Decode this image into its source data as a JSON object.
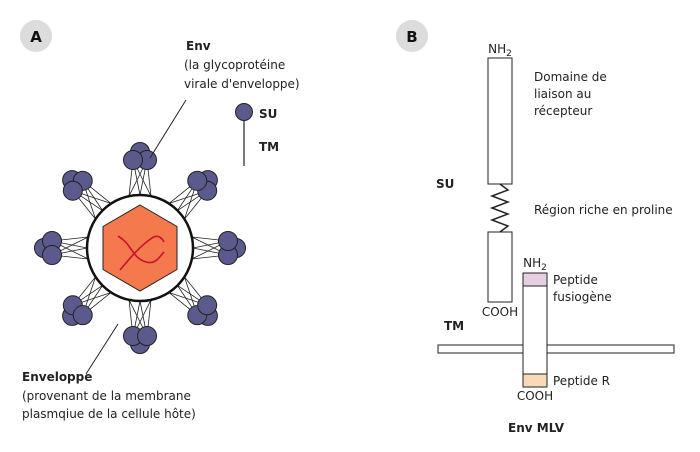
{
  "panel_a": {
    "letter": "A",
    "env_title": "Env",
    "env_desc_line1": "(la glycoprotéine",
    "env_desc_line2": "virale d'enveloppe)",
    "su_label": "SU",
    "tm_label": "TM",
    "envelope_title": "Enveloppe",
    "envelope_desc_line1": "(provenant de la membrane",
    "envelope_desc_line2": "plasmqiue de la cellule hôte)"
  },
  "panel_b": {
    "letter": "B",
    "nh2_top": "NH2",
    "receptor_line1": "Domaine de",
    "receptor_line2": "liaison au",
    "receptor_line3": "récepteur",
    "su_label": "SU",
    "proline_label": "Région riche en proline",
    "nh2_tm": "NH2",
    "fusion_line1": "Peptide",
    "fusion_line2": "fusiogène",
    "cooh_su": "COOH",
    "tm_label": "TM",
    "peptide_r": "Peptide R",
    "cooh_tm": "COOH",
    "caption": "Env MLV"
  },
  "colors": {
    "glycoprotein": "#5b5a8c",
    "capsid": "#f47a4d",
    "rna": "#c8102e",
    "fusion_peptide": "#e6cfe3",
    "peptide_r": "#f8d9b8",
    "badge": "#dcdcdc"
  }
}
